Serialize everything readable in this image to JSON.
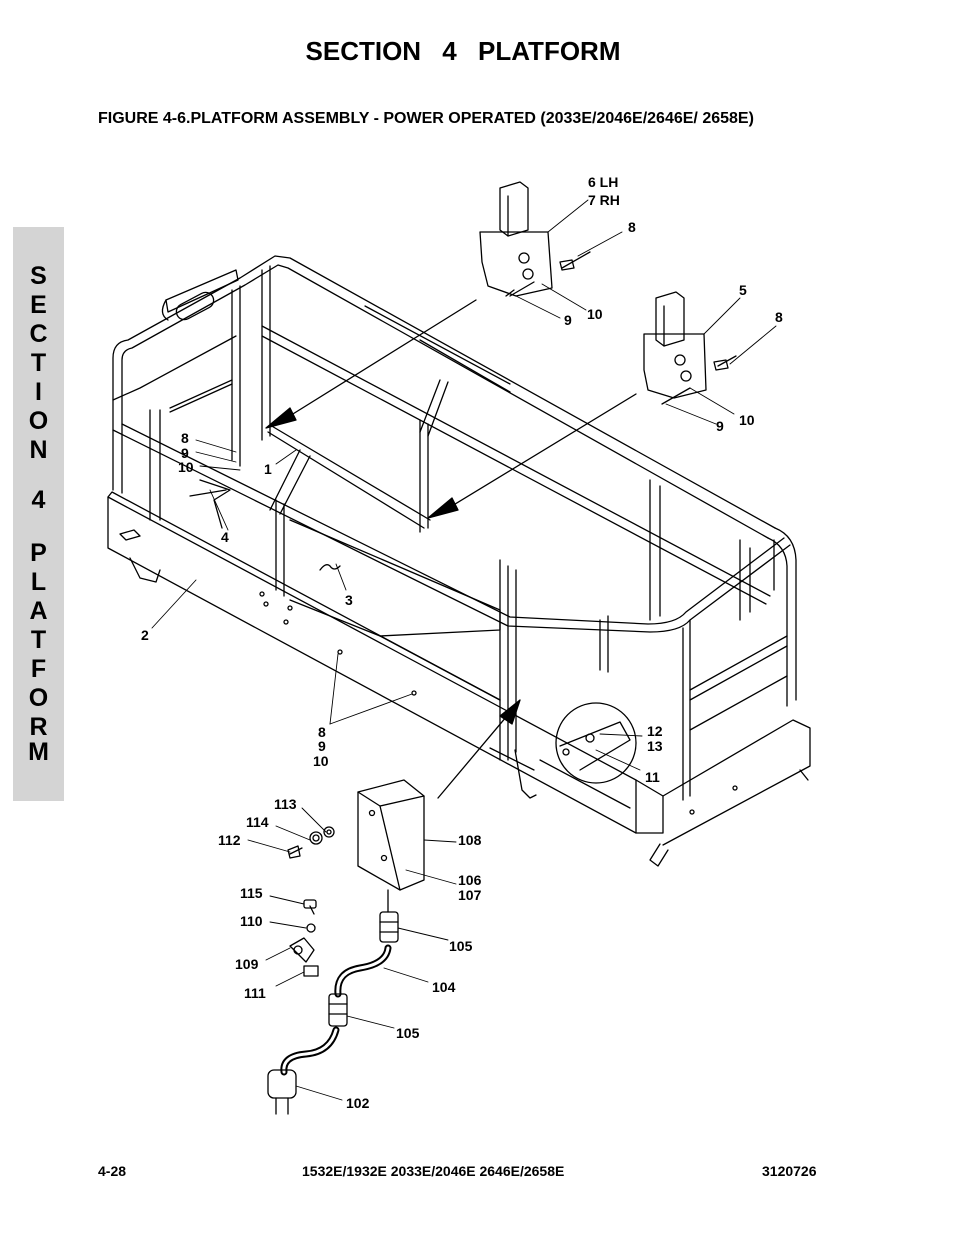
{
  "header": {
    "section_title": "SECTION 4    PLATFORM",
    "figure_title": "FIGURE 4-6.PLATFORM ASSEMBLY - POWER OPERATED (2033E/2046E/2646E/ 2658E)"
  },
  "side_tab": {
    "letters": [
      "S",
      "E",
      "C",
      "T",
      "I",
      "O",
      "N",
      "",
      "4",
      "",
      "P",
      "L",
      "A",
      "T",
      "F",
      "O",
      "R",
      "M"
    ]
  },
  "callouts": {
    "c6lh": "6 LH",
    "c7rh": "7 RH",
    "c8a": "8",
    "c9a": "9",
    "c10a": "10",
    "c5": "5",
    "c8b": "8",
    "c9b": "9",
    "c10b": "10",
    "c8c": "8",
    "c9c": "9",
    "c10c": "10",
    "c1": "1",
    "c4": "4",
    "c3": "3",
    "c2": "2",
    "c8d": "8",
    "c9d": "9",
    "c10d": "10",
    "c12": "12",
    "c13": "13",
    "c11": "11",
    "c113": "113",
    "c114": "114",
    "c112": "112",
    "c108": "108",
    "c106": "106",
    "c107": "107",
    "c115": "115",
    "c110": "110",
    "c109": "109",
    "c111": "111",
    "c105a": "105",
    "c104": "104",
    "c105b": "105",
    "c102": "102"
  },
  "footer": {
    "page_number": "4-28",
    "models": "1532E/1932E 2033E/2046E 2646E/2658E",
    "doc_number": "3120726"
  }
}
